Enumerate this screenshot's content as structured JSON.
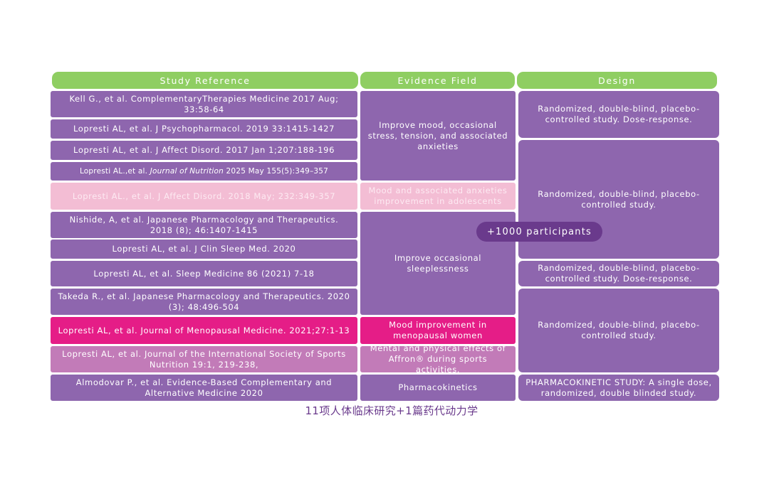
{
  "headers": {
    "reference": "Study Reference",
    "field": "Evidence Field",
    "design": "Design"
  },
  "references": [
    "Kell G., et al. ComplementaryTherapies Medicine 2017 Aug; 33:58-64",
    "Lopresti AL, et al. J Psychopharmacol. 2019 33:1415-1427",
    "Lopresti AL, et al. J Affect Disord. 2017 Jan 1;207:188-196",
    "Lopresti AL.,et al. ",
    "Lopresti AL., et al. J Affect Disord. 2018 May; 232:349-357",
    "Nishide, A, et al. Japanese Pharmacology and Therapeutics. 2018 (8); 46:1407-1415",
    "Lopresti AL, et al. J Clin Sleep Med. 2020",
    "Lopresti AL, et al. Sleep Medicine 86 (2021) 7-18",
    "Takeda R., et al. Japanese Pharmacology and Therapeutics. 2020 (3); 48:496-504",
    "Lopresti AL, et al. Journal of Menopausal Medicine. 2021;27:1-13",
    "Lopresti AL, et al. Journal of the International Society of Sports Nutrition 19:1, 219-238,",
    "Almodovar P., et al. Evidence-Based Complementary and Alternative Medicine 2020"
  ],
  "reference4_journal": "Journal of Nutrition",
  "reference4_tail": " 2025 May 155(5):349–357",
  "fields": [
    "Improve mood, occasional stress, tension, and associated anxieties",
    "Mood and associated anxieties improvement in adolescents",
    "Improve occasional sleeplessness",
    "Mood improvement in menopausal women",
    "Mental and physical effects of Affron® during sports activities.",
    "Pharmacokinetics"
  ],
  "designs": [
    "Randomized, double-blind, placebo-controlled study. Dose-response.",
    "Randomized, double-blind, placebo-controlled study.",
    "Randomized, double-blind, placebo-controlled study. Dose-response.",
    "Randomized, double-blind, placebo-controlled study.",
    "PHARMACOKINETIC STUDY: A single dose, randomized, double blinded study."
  ],
  "participants_badge": "+1000 participants",
  "caption": "11项人体临床研究+1篇药代动力学",
  "colors": {
    "header_green": "#8fce62",
    "cell_purple": "#8e66ae",
    "adolescent_pink": "#f3bdd4",
    "menopause_magenta": "#e51d87",
    "sports_orchid": "#c27bb8",
    "badge_purple": "#6a3a8c"
  }
}
